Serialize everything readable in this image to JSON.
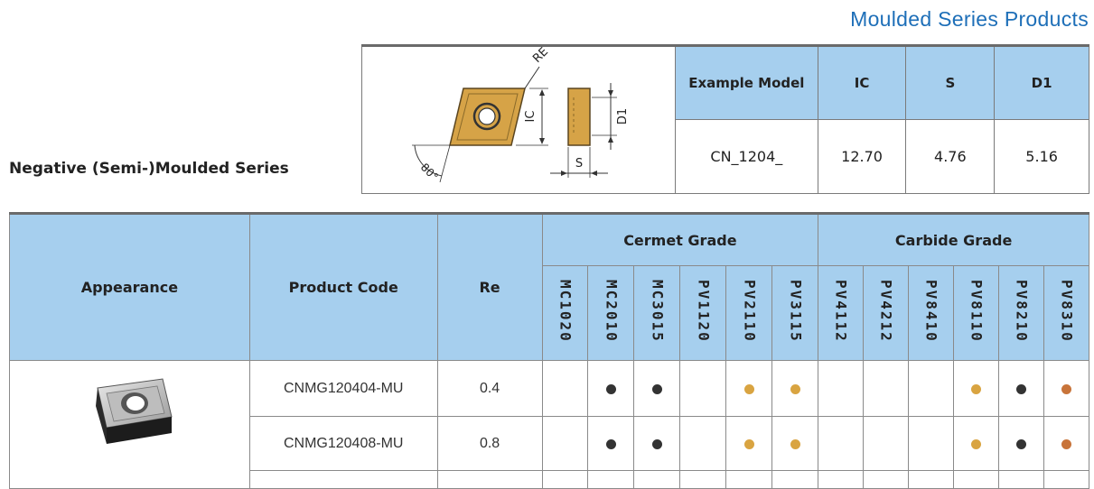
{
  "header": {
    "brand": "Moulded Series Products"
  },
  "series": {
    "title": "Negative (Semi-)Moulded Series"
  },
  "diagram": {
    "re": "RE",
    "angle": "80°",
    "ic": "IC",
    "s": "S",
    "d1": "D1"
  },
  "example": {
    "headers": [
      "Example Model",
      "IC",
      "S",
      "D1"
    ],
    "row": [
      "CN_1204_",
      "12.70",
      "4.76",
      "5.16"
    ]
  },
  "table": {
    "appearance": "Appearance",
    "product_code": "Product Code",
    "re": "Re",
    "cermet_grade": "Cermet Grade",
    "carbide_grade": "Carbide Grade",
    "cermet_grades": [
      "MC1020",
      "MC2010",
      "MC3015",
      "PV1120",
      "PV2110",
      "PV3115"
    ],
    "carbide_grades": [
      "PV4112",
      "PV4212",
      "PV8410",
      "PV8110",
      "PV8210",
      "PV8310"
    ],
    "rows": [
      {
        "code": "CNMG120404-MU",
        "re": "0.4",
        "dots": [
          "",
          "dark",
          "dark",
          "",
          "gold",
          "gold",
          "",
          "",
          "",
          "gold",
          "dark",
          "copper"
        ]
      },
      {
        "code": "CNMG120408-MU",
        "re": "0.8",
        "dots": [
          "",
          "dark",
          "dark",
          "",
          "gold",
          "gold",
          "",
          "",
          "",
          "gold",
          "dark",
          "copper"
        ]
      }
    ]
  },
  "colors": {
    "dark": "#333333",
    "gold": "#d9a441",
    "copper": "#c8743a",
    "header_bg": "#a6cfee",
    "brand": "#1e6fb8"
  }
}
